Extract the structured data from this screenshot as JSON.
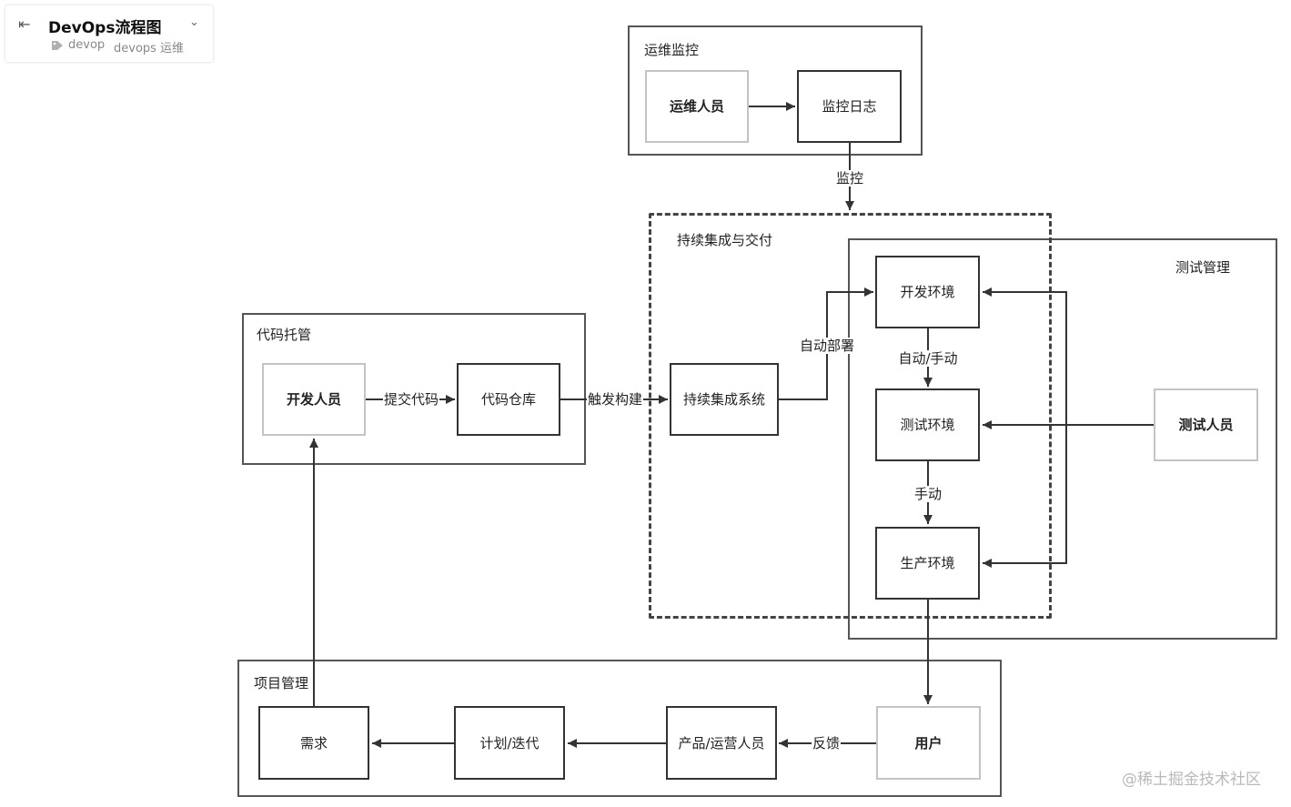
{
  "header": {
    "back_icon": "back-arrow-icon",
    "title": "DevOps流程图",
    "collapse_icon": "chevron-down-icon",
    "tag_icon": "tag-icon",
    "tags": [
      "devop",
      "devops 运维"
    ]
  },
  "groups": {
    "ops_monitor": "运维监控",
    "ci_cd": "持续集成与交付",
    "test_mgmt": "测试管理",
    "code_hosting": "代码托管",
    "project_mgmt": "项目管理"
  },
  "nodes": {
    "ops_staff": "运维人员",
    "monitor_log": "监控日志",
    "developer": "开发人员",
    "code_repo": "代码仓库",
    "ci_system": "持续集成系统",
    "dev_env": "开发环境",
    "test_env": "测试环境",
    "prod_env": "生产环境",
    "tester": "测试人员",
    "requirement": "需求",
    "plan_iterate": "计划/迭代",
    "product_ops": "产品/运营人员",
    "user": "用户"
  },
  "edges": {
    "monitor": "监控",
    "commit_code": "提交代码",
    "trigger_build": "触发构建",
    "auto_deploy": "自动部署",
    "auto_manual": "自动/手动",
    "manual": "手动",
    "feedback": "反馈"
  },
  "watermark": "@稀土掘金技术社区",
  "colors": {
    "line": "#333333",
    "light_border": "#c4c4c4",
    "watermark": "#b9b9b9"
  }
}
